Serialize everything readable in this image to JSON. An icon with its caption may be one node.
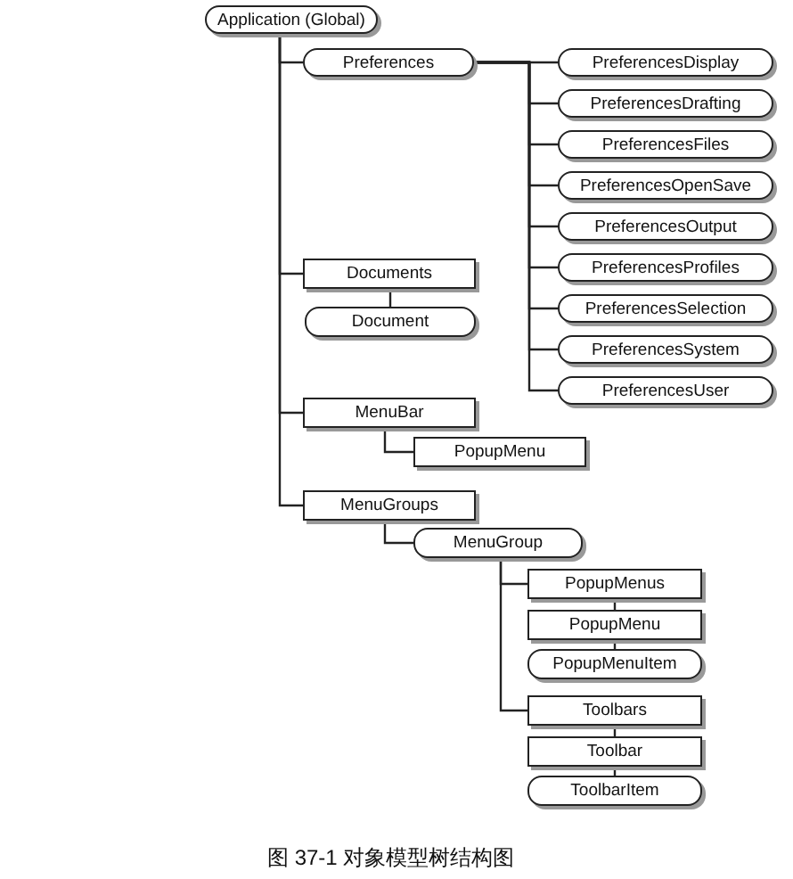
{
  "diagram": {
    "caption": "图 37-1 对象模型树结构图",
    "nodes": [
      {
        "text": [
          "Application (Global)"
        ]
      },
      {
        "text": [
          "Preferences"
        ]
      },
      {
        "text": [
          "PreferencesDisplay"
        ]
      },
      {
        "text": [
          "PreferencesDrafting"
        ]
      },
      {
        "text": [
          "PreferencesFiles"
        ]
      },
      {
        "text": [
          "PreferencesOpenSave"
        ]
      },
      {
        "text": [
          "PreferencesOutput"
        ]
      },
      {
        "text": [
          "PreferencesProfiles"
        ]
      },
      {
        "text": [
          "PreferencesSelection"
        ]
      },
      {
        "text": [
          "PreferencesSystem"
        ]
      },
      {
        "text": [
          "PreferencesUser"
        ]
      },
      {
        "text": [
          "Documents"
        ]
      },
      {
        "text": [
          "Document"
        ]
      },
      {
        "text": [
          "MenuBar"
        ]
      },
      {
        "text": [
          "PopupMenu"
        ]
      },
      {
        "text": [
          "MenuGroups"
        ]
      },
      {
        "text": [
          "MenuGroup"
        ]
      },
      {
        "text": [
          "PopupMenus"
        ]
      },
      {
        "text": [
          "PopupMenu"
        ]
      },
      {
        "text": [
          "PopupMenuItem"
        ]
      },
      {
        "text": [
          "Toolbars"
        ]
      },
      {
        "text": [
          "Toolbar"
        ]
      },
      {
        "text": [
          "ToolbarItem"
        ]
      }
    ],
    "edges": [
      {
        "from": 0,
        "to": 1,
        "arrow": "none"
      },
      {
        "from": 0,
        "to": 11,
        "arrow": "none"
      },
      {
        "from": 0,
        "to": 13,
        "arrow": "none"
      },
      {
        "from": 0,
        "to": 15,
        "arrow": "none"
      },
      {
        "from": 1,
        "to": 2,
        "arrow": "none"
      },
      {
        "from": 1,
        "to": 3,
        "arrow": "none"
      },
      {
        "from": 1,
        "to": 4,
        "arrow": "none"
      },
      {
        "from": 1,
        "to": 5,
        "arrow": "none"
      },
      {
        "from": 1,
        "to": 6,
        "arrow": "none"
      },
      {
        "from": 1,
        "to": 7,
        "arrow": "none"
      },
      {
        "from": 1,
        "to": 8,
        "arrow": "none"
      },
      {
        "from": 1,
        "to": 9,
        "arrow": "none"
      },
      {
        "from": 1,
        "to": 10,
        "arrow": "none"
      },
      {
        "from": 11,
        "to": 12,
        "arrow": "none"
      },
      {
        "from": 13,
        "to": 14,
        "arrow": "none"
      },
      {
        "from": 15,
        "to": 16,
        "arrow": "none"
      },
      {
        "from": 16,
        "to": 17,
        "arrow": "none"
      },
      {
        "from": 16,
        "to": 20,
        "arrow": "none"
      },
      {
        "from": 17,
        "to": 18,
        "arrow": "none"
      },
      {
        "from": 18,
        "to": 19,
        "arrow": "none"
      },
      {
        "from": 20,
        "to": 21,
        "arrow": "none"
      },
      {
        "from": 21,
        "to": 22,
        "arrow": "none"
      }
    ]
  }
}
